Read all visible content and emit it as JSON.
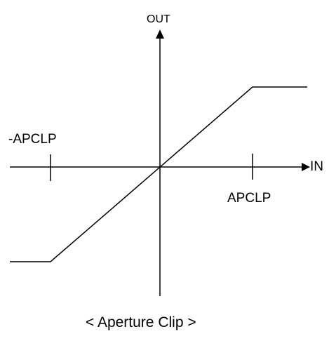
{
  "diagram": {
    "output_axis_label": "OUT",
    "input_axis_label": "IN",
    "negative_clip_label": "-APCLP",
    "positive_clip_label": "APCLP",
    "caption": "< Aperture Clip >",
    "line_color": "#000000",
    "background_color": "#ffffff"
  }
}
